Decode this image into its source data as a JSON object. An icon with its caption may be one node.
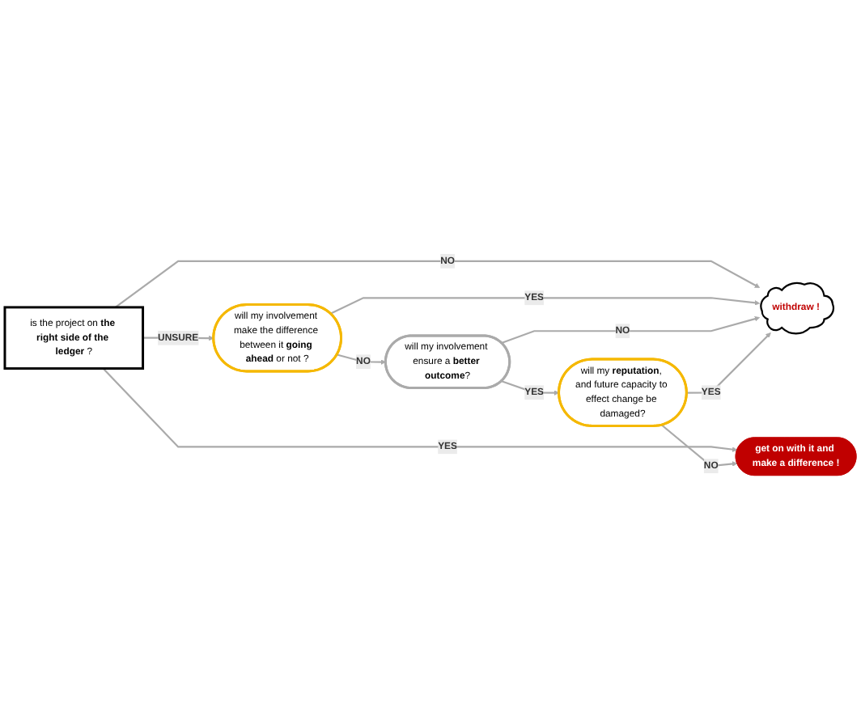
{
  "diagram": {
    "nodes": [
      {
        "text": [
          "is the project on **the right side of the ledger** ?"
        ]
      },
      {
        "text": [
          "will my involvement make the difference between it **going ahead** or not ?"
        ]
      },
      {
        "text": [
          "withdraw !"
        ]
      },
      {
        "text": [
          "will my involvement ensure a **better outcome**?"
        ]
      },
      {
        "text": [
          "get on with it and make a difference !"
        ]
      },
      {
        "text": [
          "will my **reputation**, and future capacity to effect change be damaged?"
        ]
      }
    ],
    "edges": [
      {
        "from": 0,
        "to": 1,
        "arrow": "to",
        "label": "UNSURE"
      },
      {
        "from": 0,
        "to": 2,
        "arrow": "to",
        "label": "NO"
      },
      {
        "from": 0,
        "to": 4,
        "arrow": "to",
        "label": "YES"
      },
      {
        "from": 1,
        "to": 2,
        "arrow": "to",
        "label": "YES"
      },
      {
        "from": 1,
        "to": 3,
        "arrow": "to",
        "label": "NO"
      },
      {
        "from": 3,
        "to": 2,
        "arrow": "to",
        "label": "NO"
      },
      {
        "from": 3,
        "to": 5,
        "arrow": "to",
        "label": "YES"
      },
      {
        "from": 5,
        "to": 2,
        "arrow": "to",
        "label": "YES"
      },
      {
        "from": 5,
        "to": 4,
        "arrow": "to",
        "label": "NO"
      }
    ]
  }
}
